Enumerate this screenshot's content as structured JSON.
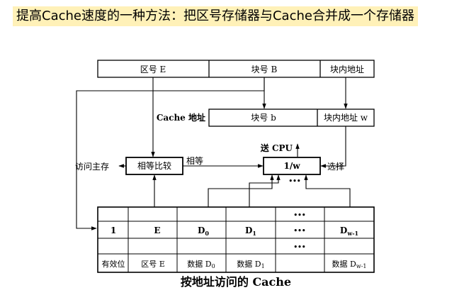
{
  "title": "提高Cache速度的一种方法：把区号存储器与Cache合并成一个存储器",
  "main_address": {
    "zone": "区号 E",
    "block": "块号 B",
    "offset": "块内地址"
  },
  "cache_address": {
    "label": "Cache 地址",
    "block": "块号 b",
    "offset": "块内地址 w"
  },
  "comparator": "相等比较",
  "mux": "1/w",
  "labels": {
    "to_cpu": "送 CPU",
    "equal": "相等",
    "access_main": "访问主存",
    "select": "选择",
    "dots": "•••"
  },
  "table": {
    "row_values": {
      "valid": "1",
      "zone": "E",
      "d0_main": "D",
      "d0_sub": "0",
      "d1_main": "D",
      "d1_sub": "1",
      "dots": "•••",
      "dw_main": "D",
      "dw_sub": "w-1"
    },
    "headers": {
      "valid": "有效位",
      "zone": "区号 E",
      "d0_main": "数据 D",
      "d0_sub": "0",
      "d1_main": "数据 D",
      "d1_sub": "1",
      "dw_main": "数据 D",
      "dw_sub": "w-1"
    }
  },
  "caption": "按地址访问的 Cache"
}
